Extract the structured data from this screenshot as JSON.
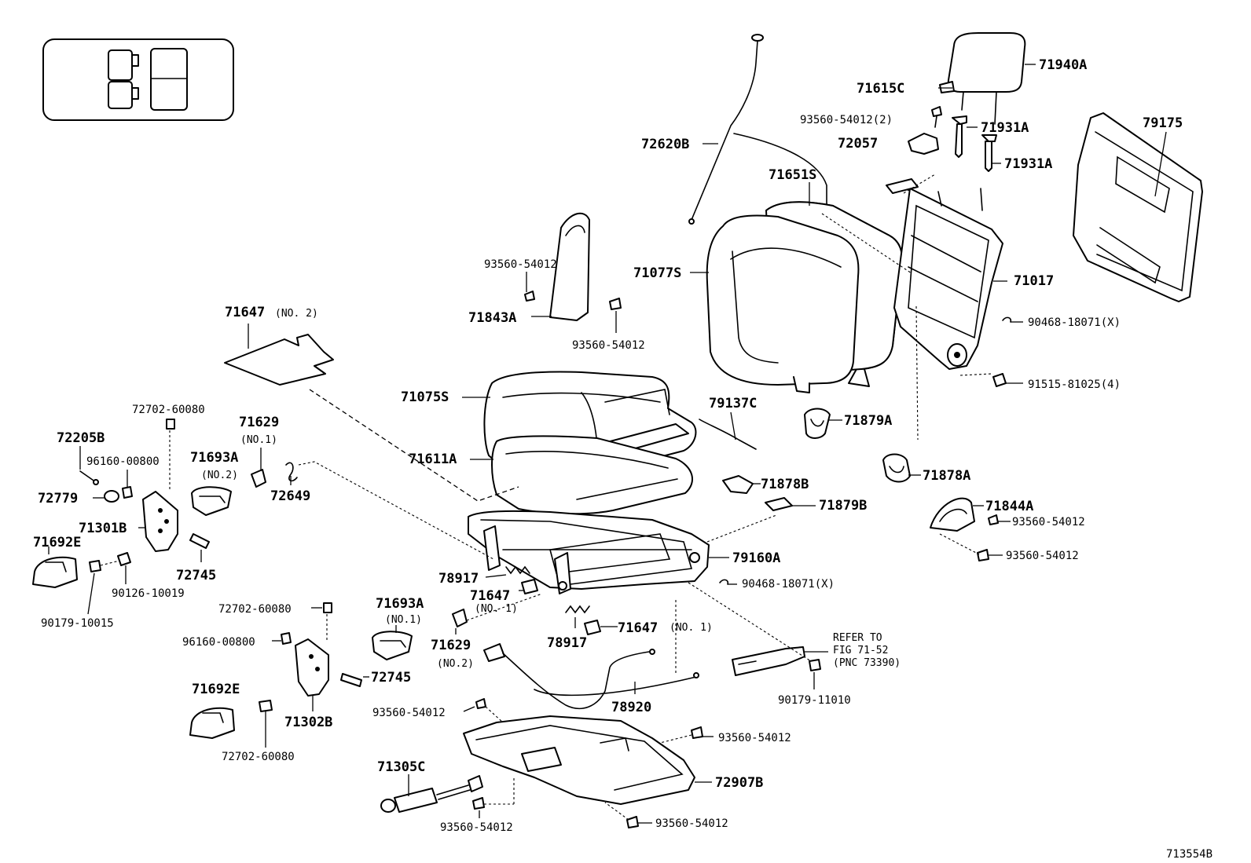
{
  "figure_id": "713554B",
  "labels": {
    "p71940A": "71940A",
    "p71615C": "71615C",
    "p93560_54012_2": "93560-54012(2)",
    "p71931A_a": "71931A",
    "p72057": "72057",
    "p71931A_b": "71931A",
    "p79175": "79175",
    "p72620B": "72620B",
    "p71651S": "71651S",
    "p71077S": "71077S",
    "p71017": "71017",
    "p90468_18071_a": "90468-18071(X)",
    "p91515_81025_4": "91515-81025(4)",
    "p93560_54012_a": "93560-54012",
    "p71843A": "71843A",
    "p93560_54012_b": "93560-54012",
    "p71647_no2": "71647",
    "p71647_no2_note": "(NO. 2)",
    "p71075S": "71075S",
    "p79137C": "79137C",
    "p71879A": "71879A",
    "p71878A": "71878A",
    "p72702_60080_a": "72702-60080",
    "p71629_a": "71629",
    "p71629_a_note": "(NO.1)",
    "p72205B": "72205B",
    "p96160_00800_a": "96160-00800",
    "p71693A_a": "71693A",
    "p71693A_a_note": "(NO.2)",
    "p71611A": "71611A",
    "p72779": "72779",
    "p72649": "72649",
    "p71878B": "71878B",
    "p71879B": "71879B",
    "p71844A": "71844A",
    "p93560_54012_c": "93560-54012",
    "p93560_54012_d": "93560-54012",
    "p71301B": "71301B",
    "p71692E_a": "71692E",
    "p72745_a": "72745",
    "p79160A": "79160A",
    "p78917_a": "78917",
    "p71647_no1_a": "71647",
    "p71647_no1_a_note": "(NO. 1)",
    "p90468_18071_b": "90468-18071(X)",
    "p90126_10019": "90126-10019",
    "p90179_10015": "90179-10015",
    "p71693A_b": "71693A",
    "p71693A_b_note": "(NO.1)",
    "p72702_60080_b": "72702-60080",
    "p71647_no1_b": "71647",
    "p71647_no1_b_note": "(NO. 1)",
    "p78917_b": "78917",
    "p96160_00800_b": "96160-00800",
    "p71629_b": "71629",
    "p71629_b_note": "(NO.2)",
    "refer_line1": "REFER TO",
    "refer_line2": "FIG 71-52",
    "refer_line3": "(PNC 73390)",
    "p72745_b": "72745",
    "p71692E_b": "71692E",
    "p90179_11010": "90179-11010",
    "p78920": "78920",
    "p93560_54012_e": "93560-54012",
    "p71302B": "71302B",
    "p93560_54012_f": "93560-54012",
    "p72702_60080_c": "72702-60080",
    "p71305C": "71305C",
    "p72907B": "72907B",
    "p93560_54012_g": "93560-54012",
    "p93560_54012_h": "93560-54012"
  }
}
